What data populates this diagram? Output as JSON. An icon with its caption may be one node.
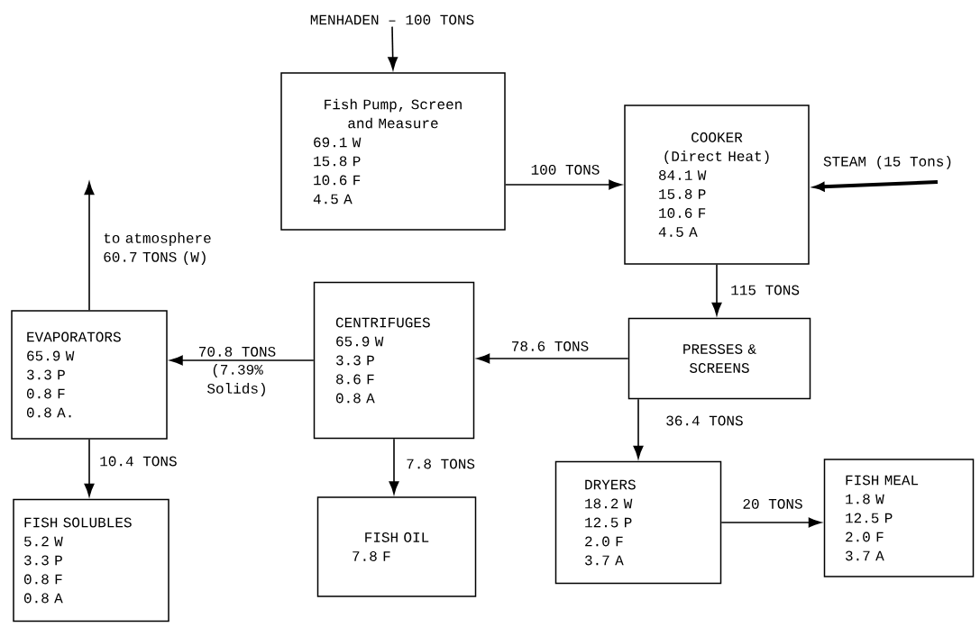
{
  "diagram": {
    "nodes": [
      {
        "text": [
          "MENHADEN – 100 TONS"
        ]
      },
      {
        "text": [
          "Fish Pump, Screen and Measure",
          "69.1 W",
          "15.8 P",
          "10.6 F",
          "4.5 A"
        ]
      },
      {
        "text": [
          "COOKER (Direct Heat)",
          "84.1 W",
          "15.8 P",
          "10.6 F",
          "4.5 A"
        ]
      },
      {
        "text": [
          "PRESSES & SCREENS"
        ]
      },
      {
        "text": [
          "CENTRIFUGES",
          "65.9 W",
          "3.3 P",
          "8.6 F",
          "0.8 A"
        ]
      },
      {
        "text": [
          "EVAPORATORS",
          "65.9 W",
          "3.3 P",
          "0.8 F",
          "0.8 A."
        ]
      },
      {
        "text": [
          "FISH SOLUBLES",
          "5.2 W",
          "3.3 P",
          "0.8 F",
          "0.8 A"
        ]
      },
      {
        "text": [
          "FISH OIL",
          "7.8 F"
        ]
      },
      {
        "text": [
          "DRYERS",
          "18.2 W",
          "12.5 P",
          "2.0 F",
          "3.7 A"
        ]
      },
      {
        "text": [
          "FISH MEAL",
          "1.8 W",
          "12.5 P",
          "2.0 F",
          "3.7 A"
        ]
      }
    ],
    "edges": [
      {
        "from": 0,
        "to": 1,
        "arrow": "to"
      },
      {
        "from": 1,
        "to": 2,
        "arrow": "to",
        "label": "100 TONS"
      },
      {
        "from": null,
        "to": 2,
        "arrow": "to",
        "label": "STEAM (15 Tons)",
        "style": "thick"
      },
      {
        "from": 2,
        "to": 3,
        "arrow": "to",
        "label": "115 TONS"
      },
      {
        "from": 3,
        "to": 4,
        "arrow": "to",
        "label": "78.6 TONS"
      },
      {
        "from": 4,
        "to": 5,
        "arrow": "to",
        "label": "70.8 TONS"
      },
      {
        "from": 5,
        "to": null,
        "arrow": "to",
        "label": "to atmosphere 60.7 TONS (W)"
      },
      {
        "from": 5,
        "to": 6,
        "arrow": "to",
        "label": "10.4 TONS"
      },
      {
        "from": 4,
        "to": 7,
        "arrow": "to",
        "label": "7.8 TONS"
      },
      {
        "from": 3,
        "to": 8,
        "arrow": "to",
        "label": "36.4 TONS"
      },
      {
        "from": 8,
        "to": 9,
        "arrow": "to",
        "label": "20 TONS"
      }
    ],
    "labels": [
      "(7.39% Solids)"
    ]
  }
}
